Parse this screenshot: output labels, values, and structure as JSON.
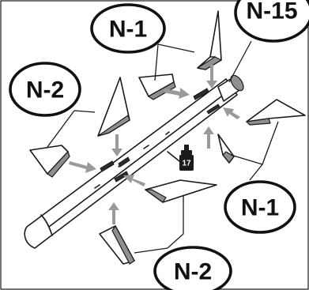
{
  "callouts": {
    "top_left": "N-1",
    "top_right": "N-15",
    "left": "N-2",
    "right": "N-1",
    "bottom": "N-2"
  },
  "paint": {
    "number": "17"
  }
}
